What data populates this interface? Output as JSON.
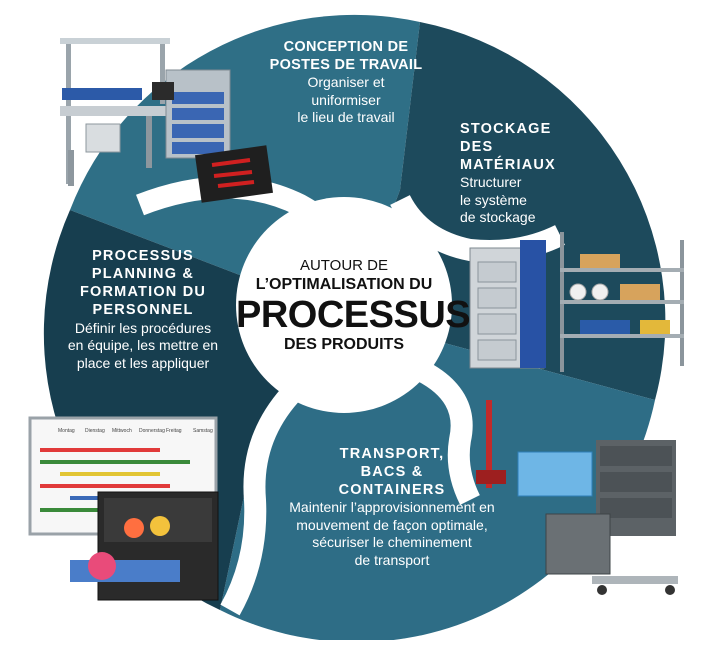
{
  "center": {
    "line1": "AUTOUR DE",
    "line2": "L’OPTIMALISATION DU",
    "line3": "PROCESSUS",
    "line4": "DES PRODUITS"
  },
  "segments": [
    {
      "title_lines": [
        "CONCEPTION DE",
        "POSTES DE TRAVAIL"
      ],
      "body_lines": [
        "Organiser et",
        "uniformiser",
        "le lieu de travail"
      ],
      "color": "#2f6f86"
    },
    {
      "title_lines": [
        "STOCKAGE",
        "DES",
        "MATÉRIAUX"
      ],
      "body_lines": [
        "Structurer",
        "le système",
        "de stockage"
      ],
      "color": "#1d4a5c"
    },
    {
      "title_lines": [
        "TRANSPORT,",
        "BACS &",
        "CONTAINERS"
      ],
      "body_lines": [
        "Maintenir l’approvisionnement en",
        "mouvement de façon optimale,",
        "sécuriser le cheminement",
        "de transport"
      ],
      "color": "#2e6d86"
    },
    {
      "title_lines": [
        "PROCESSUS",
        "PLANNING &",
        "FORMATION DU",
        "PERSONNEL"
      ],
      "body_lines": [
        "Définir les procédures",
        "en équipe, les mettre en",
        "place et les appliquer"
      ],
      "color": "#173e4f"
    }
  ],
  "planner": {
    "days": [
      "Montag",
      "Dienstag",
      "Mittwoch",
      "Donnerstag",
      "Freitag",
      "Samstag"
    ]
  }
}
